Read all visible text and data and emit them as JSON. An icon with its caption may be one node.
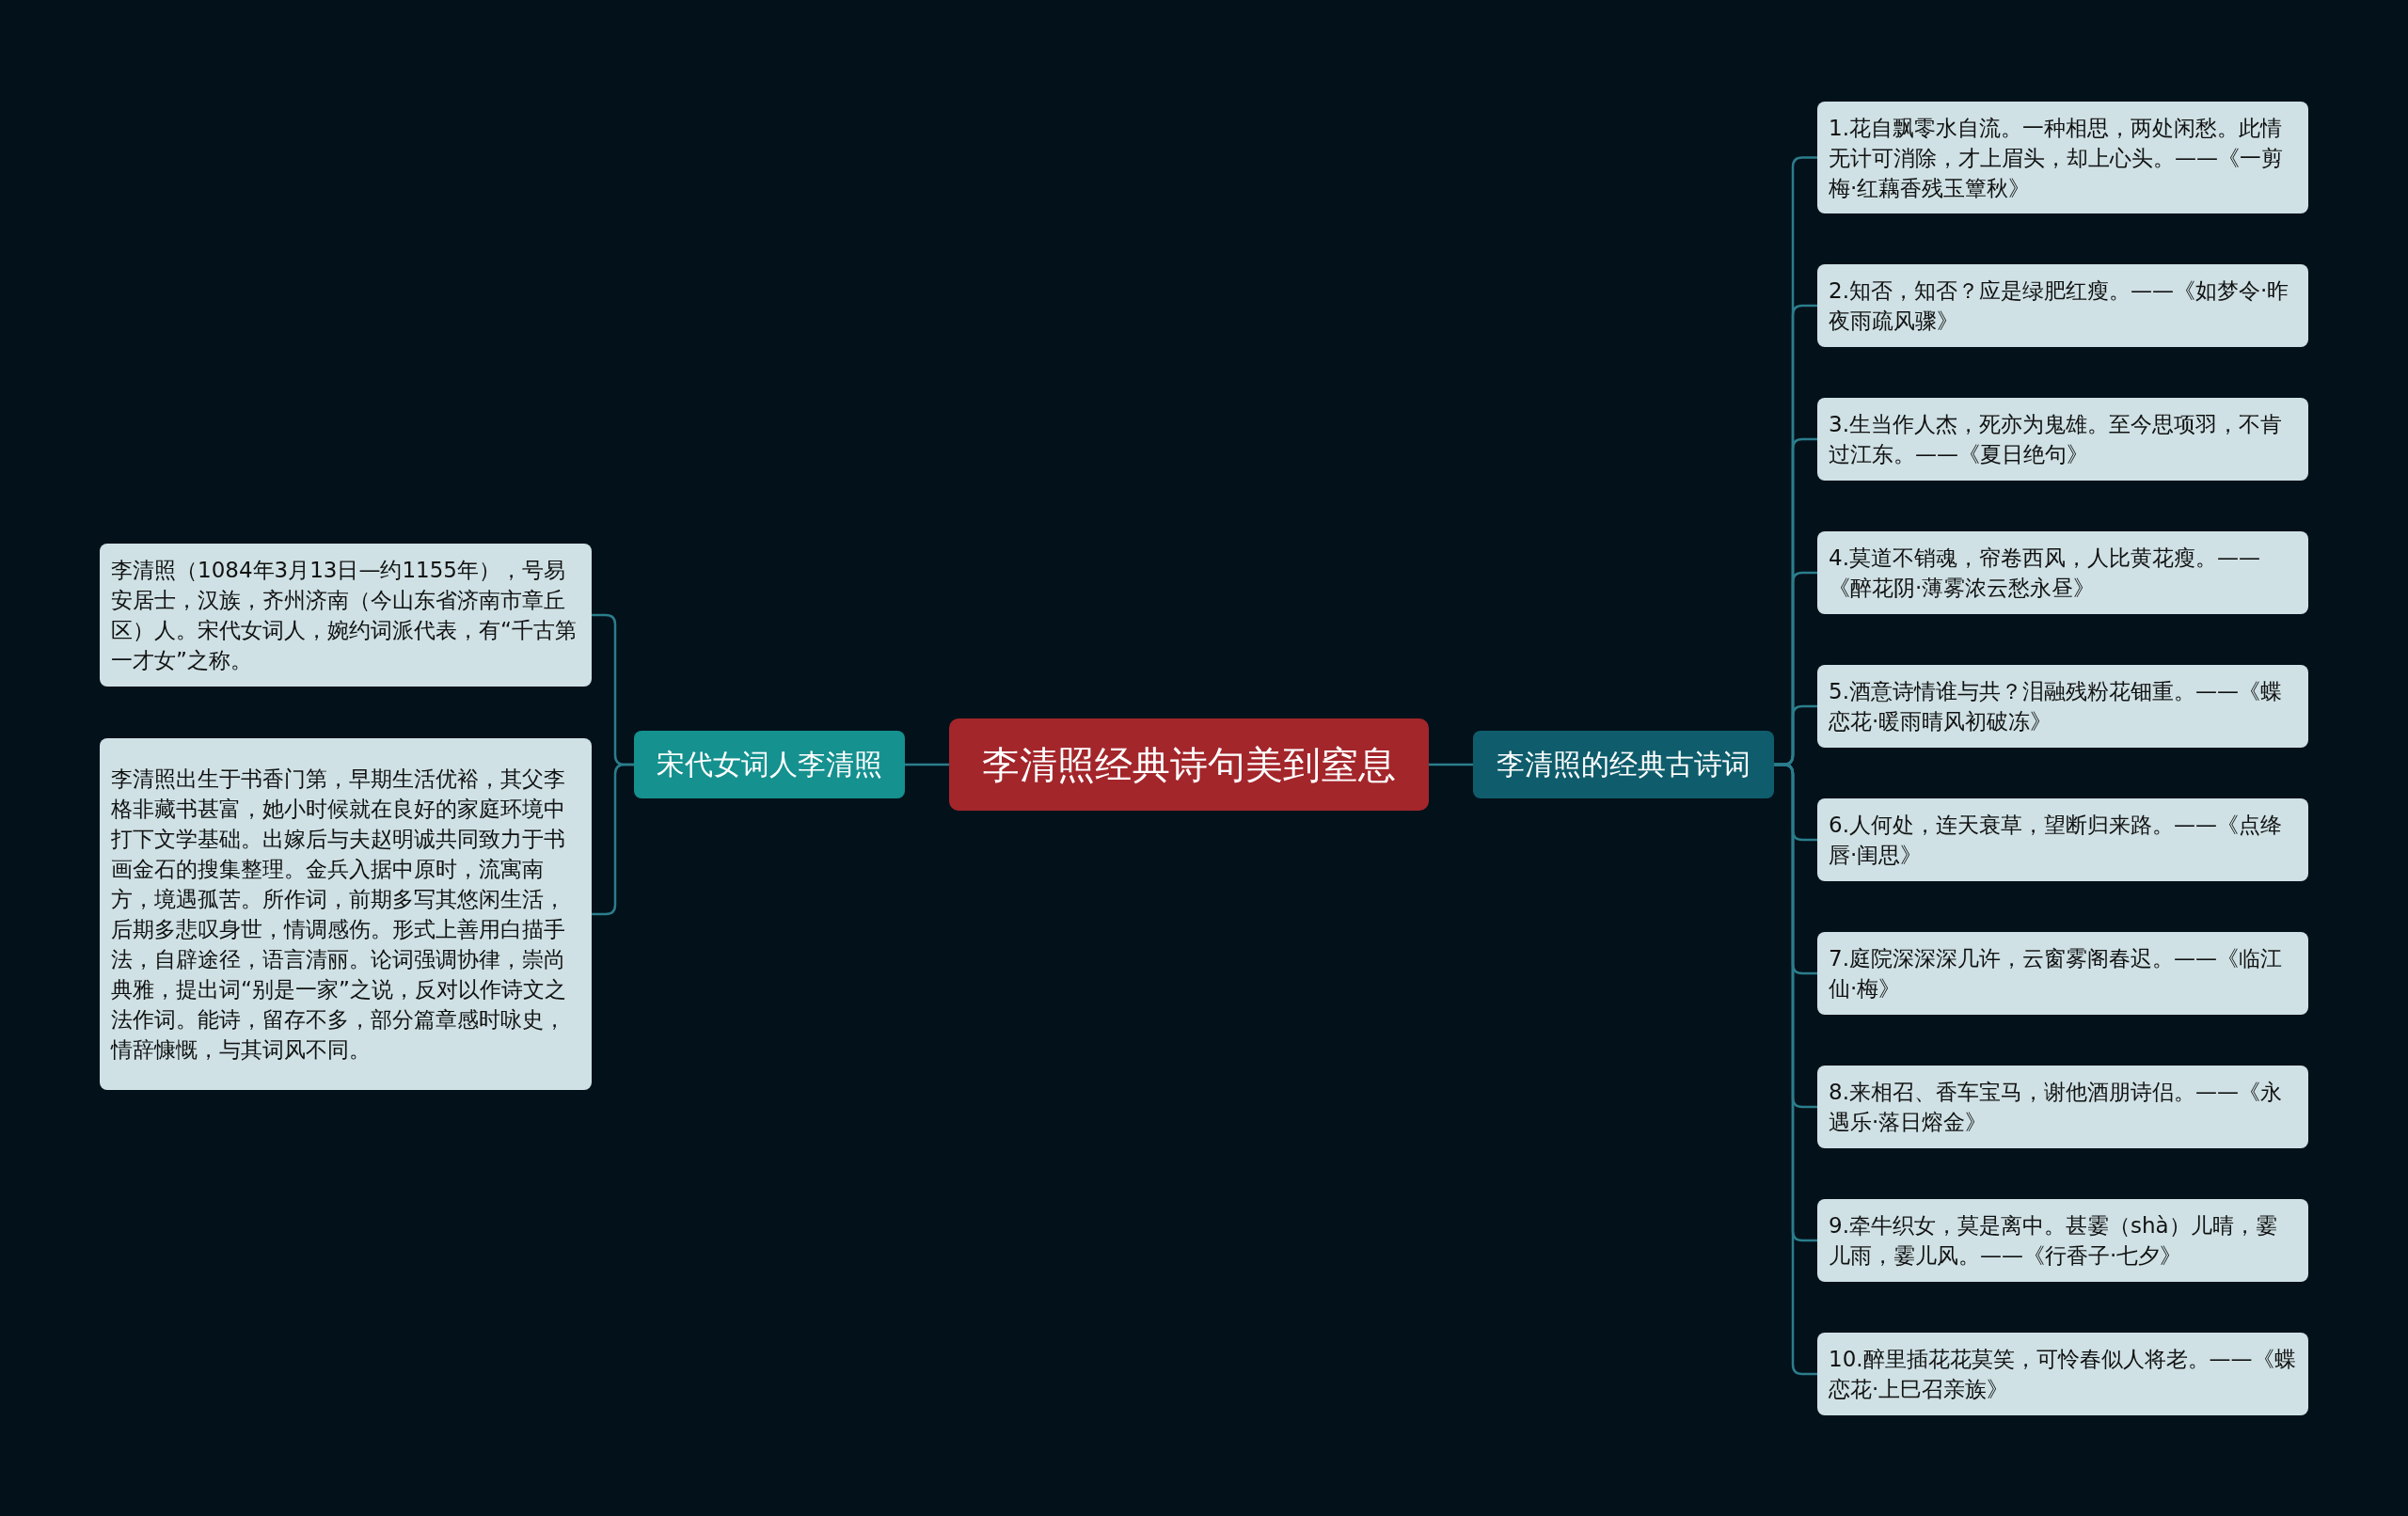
{
  "diagram": {
    "nodes": [
      {
        "text": [
          "李清照经典诗句美到窒息"
        ]
      },
      {
        "text": [
          "宋代女词人李清照"
        ]
      },
      {
        "text": [
          "李清照（1084年3月13日—约1155年），号易安居士，汉族，齐州济南（今山东省济南市章丘区）人。宋代女词人，婉约词派代表，有“千古第一才女”之称。"
        ]
      },
      {
        "text": [
          "李清照出生于书香门第，早期生活优裕，其父李格非藏书甚富，她小时候就在良好的家庭环境中打下文学基础。出嫁后与夫赵明诚共同致力于书画金石的搜集整理。金兵入据中原时，流寓南方，境遇孤苦。所作词，前期多写其悠闲生活，后期多悲叹身世，情调感伤。形式上善用白描手法，自辟途径，语言清丽。论词强调协律，崇尚典雅，提出词“别是一家”之说，反对以作诗文之法作词。能诗，留存不多，部分篇章感时咏史，情辞慷慨，与其词风不同。"
        ]
      },
      {
        "text": [
          "李清照的经典古诗词"
        ]
      },
      {
        "text": [
          "1.花自飘零水自流。一种相思，两处闲愁。此情无计可消除，才上眉头，却上心头。——《一剪梅·红藕香残玉簟秋》"
        ]
      },
      {
        "text": [
          "2.知否，知否？应是绿肥红瘦。——《如梦令·昨夜雨疏风骤》"
        ]
      },
      {
        "text": [
          "3.生当作人杰，死亦为鬼雄。至今思项羽，不肯过江东。——《夏日绝句》"
        ]
      },
      {
        "text": [
          "4.莫道不销魂，帘卷西风，人比黄花瘦。——《醉花阴·薄雾浓云愁永昼》"
        ]
      },
      {
        "text": [
          "5.酒意诗情谁与共？泪融残粉花钿重。——《蝶恋花·暖雨晴风初破冻》"
        ]
      },
      {
        "text": [
          "6.人何处，连天衰草，望断归来路。——《点绛唇·闺思》"
        ]
      },
      {
        "text": [
          "7.庭院深深深几许，云窗雾阁春迟。——《临江仙·梅》"
        ]
      },
      {
        "text": [
          "8.来相召、香车宝马，谢他酒朋诗侣。——《永遇乐·落日熔金》"
        ]
      },
      {
        "text": [
          "9.牵牛织女，莫是离中。甚霎（shà）儿晴，霎儿雨，霎儿风。——《行香子·七夕》"
        ]
      },
      {
        "text": [
          "10.醉里插花花莫笑，可怜春似人将老。——《蝶恋花·上巳召亲族》"
        ]
      }
    ],
    "edges": [
      {
        "from": 0,
        "to": 1,
        "arrow": "none"
      },
      {
        "from": 1,
        "to": 2,
        "arrow": "none"
      },
      {
        "from": 1,
        "to": 3,
        "arrow": "none"
      },
      {
        "from": 0,
        "to": 4,
        "arrow": "none"
      },
      {
        "from": 4,
        "to": 5,
        "arrow": "none"
      },
      {
        "from": 4,
        "to": 6,
        "arrow": "none"
      },
      {
        "from": 4,
        "to": 7,
        "arrow": "none"
      },
      {
        "from": 4,
        "to": 8,
        "arrow": "none"
      },
      {
        "from": 4,
        "to": 9,
        "arrow": "none"
      },
      {
        "from": 4,
        "to": 10,
        "arrow": "none"
      },
      {
        "from": 4,
        "to": 11,
        "arrow": "none"
      },
      {
        "from": 4,
        "to": 12,
        "arrow": "none"
      },
      {
        "from": 4,
        "to": 13,
        "arrow": "none"
      },
      {
        "from": 4,
        "to": 14,
        "arrow": "none"
      }
    ]
  }
}
